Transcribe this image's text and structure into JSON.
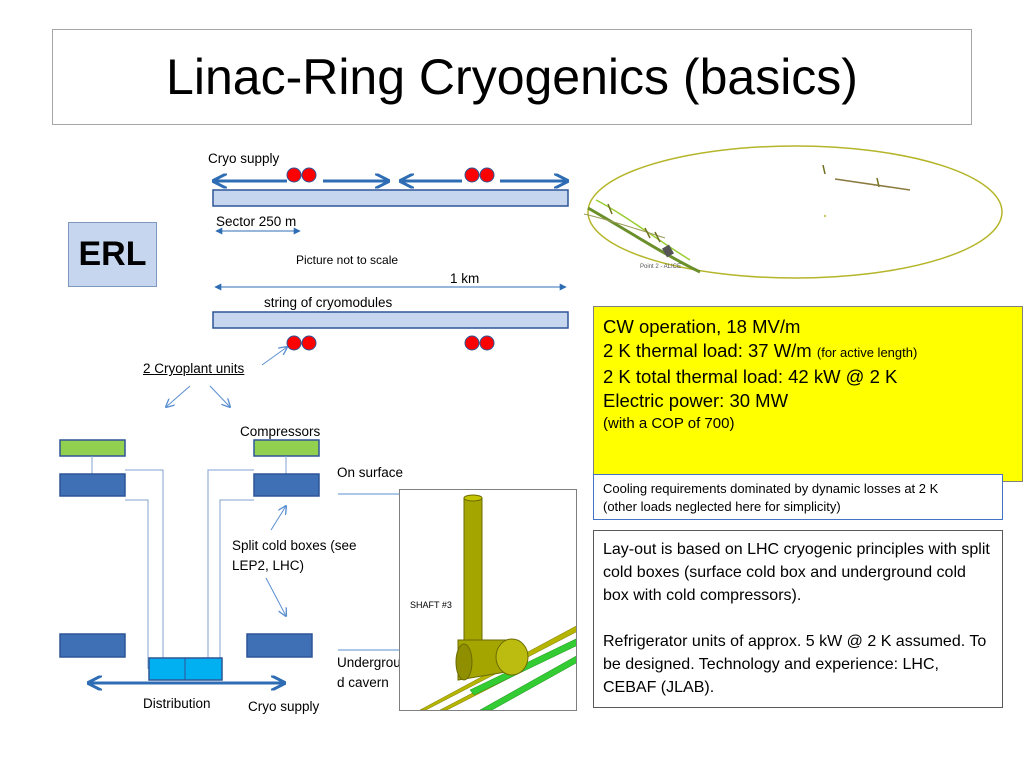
{
  "slide": {
    "title": "Linac-Ring Cryogenics (basics)",
    "erl_label": "ERL"
  },
  "diagram": {
    "cryo_supply_top": "Cryo supply",
    "sector_label": "Sector 250 m",
    "scale_note": "Picture not to scale",
    "km_label": "1 km",
    "string_label": "string of cryomodules",
    "cryoplant_label": "2 Cryoplant units",
    "compressors_label": "Compressors",
    "on_surface_label": "On surface",
    "split_cold_boxes_line1": "Split cold boxes (see",
    "split_cold_boxes_line2": "LEP2, LHC)",
    "underground_line1": "Undergroun",
    "underground_line2": "d cavern",
    "distribution_label": "Distribution",
    "cryo_supply_bottom": "Cryo supply",
    "shaft_label": "SHAFT #3",
    "ring_point_label": "Point 2 - ALICE"
  },
  "specs": {
    "line1": "CW operation, 18 MV/m",
    "line2_main": "2 K thermal load: 37 W/m ",
    "line2_note": "(for active length)",
    "line3": "2 K total thermal load: 42 kW @ 2 K",
    "line4": "Electric power: 30 MW",
    "line5": "(with a COP of 700)"
  },
  "cooling_note": {
    "line1": "Cooling requirements dominated by dynamic losses at 2 K",
    "line2": "(other loads neglected here for simplicity)"
  },
  "layout_note": {
    "para1": "Lay-out is based on LHC cryogenic principles with split cold boxes (surface cold box and underground cold box with cold compressors).",
    "para2": "Refrigerator units of approx. 5 kW @ 2 K assumed. To be designed. Technology and experience: LHC, CEBAF (JLAB)."
  },
  "colors": {
    "linac_bar": "#c5d6ee",
    "linac_border": "#2f5597",
    "cryo_dot": "#ff0000",
    "arrow_blue": "#2e6db4",
    "compressor_green": "#92d050",
    "coldbox_blue": "#3f6fb5",
    "distribution_cyan": "#00b0f0",
    "spec_yellow": "#ffff00",
    "shaft_olive": "#a5a500",
    "pipe_green": "#33cc33"
  }
}
